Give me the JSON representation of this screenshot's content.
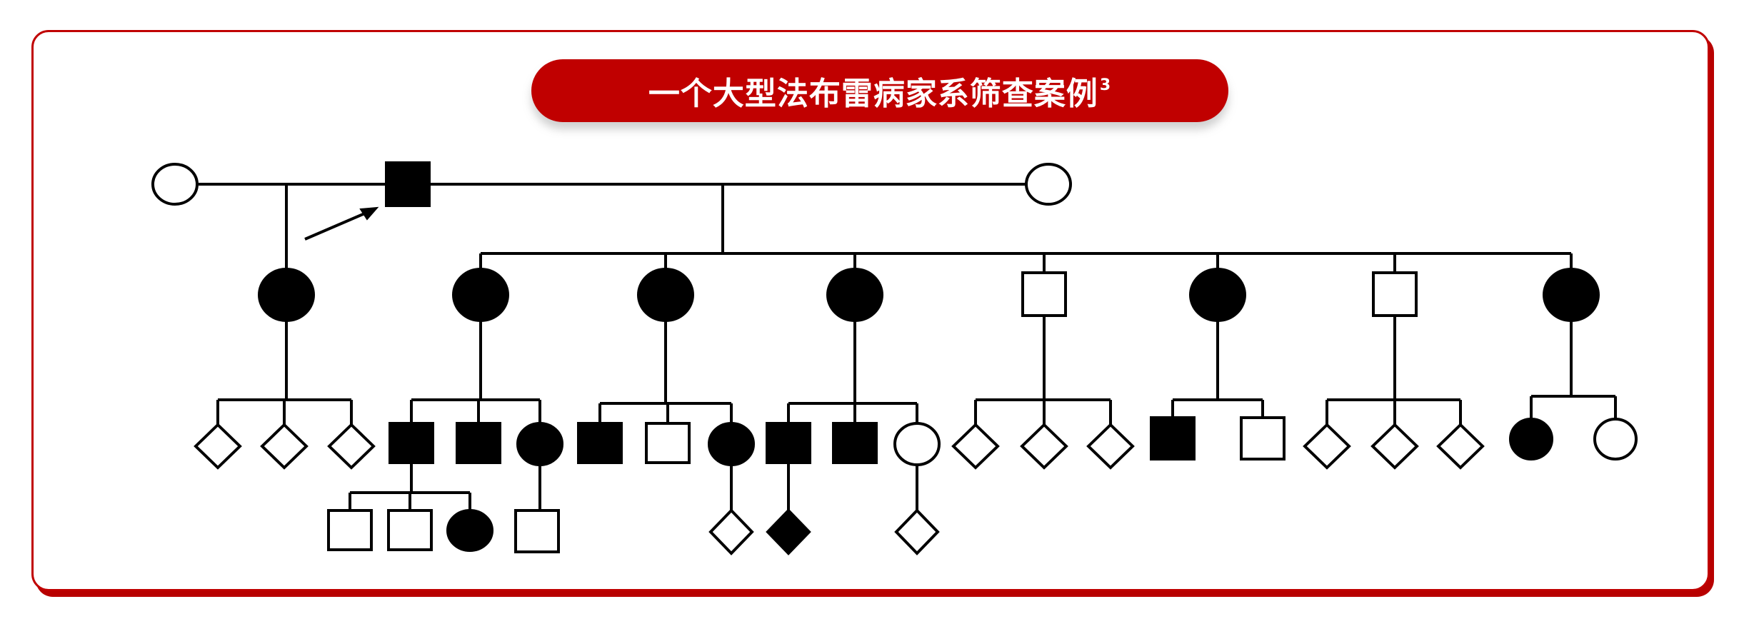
{
  "header": {
    "title": "一个大型法布雷病家系筛查案例",
    "footnote": "3"
  },
  "pedigree": {
    "generations": 4,
    "legend_note": "square = male, circle = female, diamond = sex unspecified; filled = affected; arrow = proband",
    "proband": "generation-1-male",
    "colors": {
      "frame": "#c00000",
      "symbol": "#000000",
      "title_text": "#ffffff"
    }
  }
}
